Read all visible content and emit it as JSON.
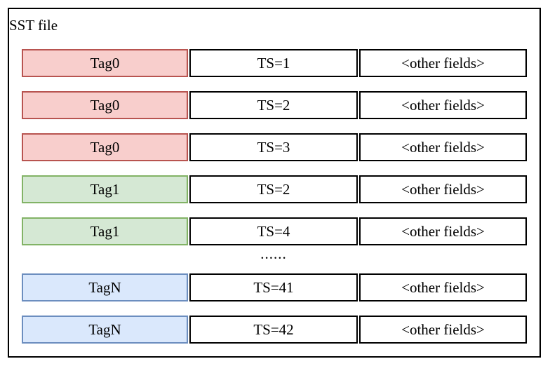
{
  "diagram": {
    "title": "SST file",
    "ellipsis": "......"
  },
  "colors": {
    "red_fill": "#f8cecc",
    "red_stroke": "#b85450",
    "green_fill": "#d5e8d4",
    "green_stroke": "#82b366",
    "blue_fill": "#dae8fc",
    "blue_stroke": "#6c8ebf",
    "cell_border": "#000000",
    "outer_border": "#000000"
  },
  "rows": [
    {
      "tag": "Tag0",
      "ts": "TS=1",
      "other": "<other fields>",
      "color": "red"
    },
    {
      "tag": "Tag0",
      "ts": "TS=2",
      "other": "<other fields>",
      "color": "red"
    },
    {
      "tag": "Tag0",
      "ts": "TS=3",
      "other": "<other fields>",
      "color": "red"
    },
    {
      "tag": "Tag1",
      "ts": "TS=2",
      "other": "<other fields>",
      "color": "green"
    },
    {
      "tag": "Tag1",
      "ts": "TS=4",
      "other": "<other fields>",
      "color": "green"
    },
    {
      "tag": "TagN",
      "ts": "TS=41",
      "other": "<other fields>",
      "color": "blue"
    },
    {
      "tag": "TagN",
      "ts": "TS=42",
      "other": "<other fields>",
      "color": "blue"
    }
  ]
}
